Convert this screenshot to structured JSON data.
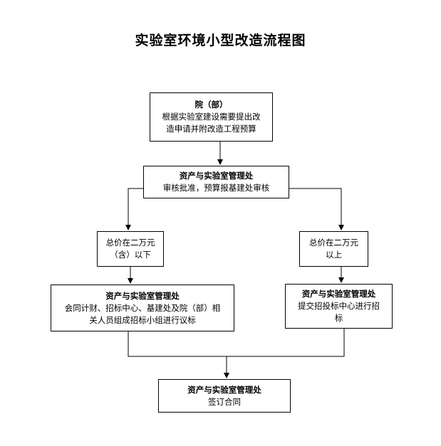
{
  "title": "实验室环境小型改造流程图",
  "nodes": {
    "college": {
      "head": "院（部）",
      "lines": [
        "根据实验室建设需要提出改",
        "造申请并附改造工程预算"
      ]
    },
    "review": {
      "head": "资产与实验室管理处",
      "lines": [
        "审核批准，预算报基建处审核"
      ]
    },
    "under": {
      "lines": [
        "总价在二万元",
        "（含）以下"
      ]
    },
    "over": {
      "lines": [
        "总价在二万元",
        "以上"
      ]
    },
    "bid_small": {
      "head": "资产与实验室管理处",
      "lines": [
        "会同计财、招标中心、基建处及院（部）相",
        "关人员组成招标小组进行议标"
      ]
    },
    "bid_large": {
      "head": "资产与实验室管理处",
      "lines": [
        "提交招投标中心进行招",
        "标"
      ]
    },
    "contract": {
      "head": "资产与实验室管理处",
      "lines": [
        "签订合同"
      ]
    }
  }
}
